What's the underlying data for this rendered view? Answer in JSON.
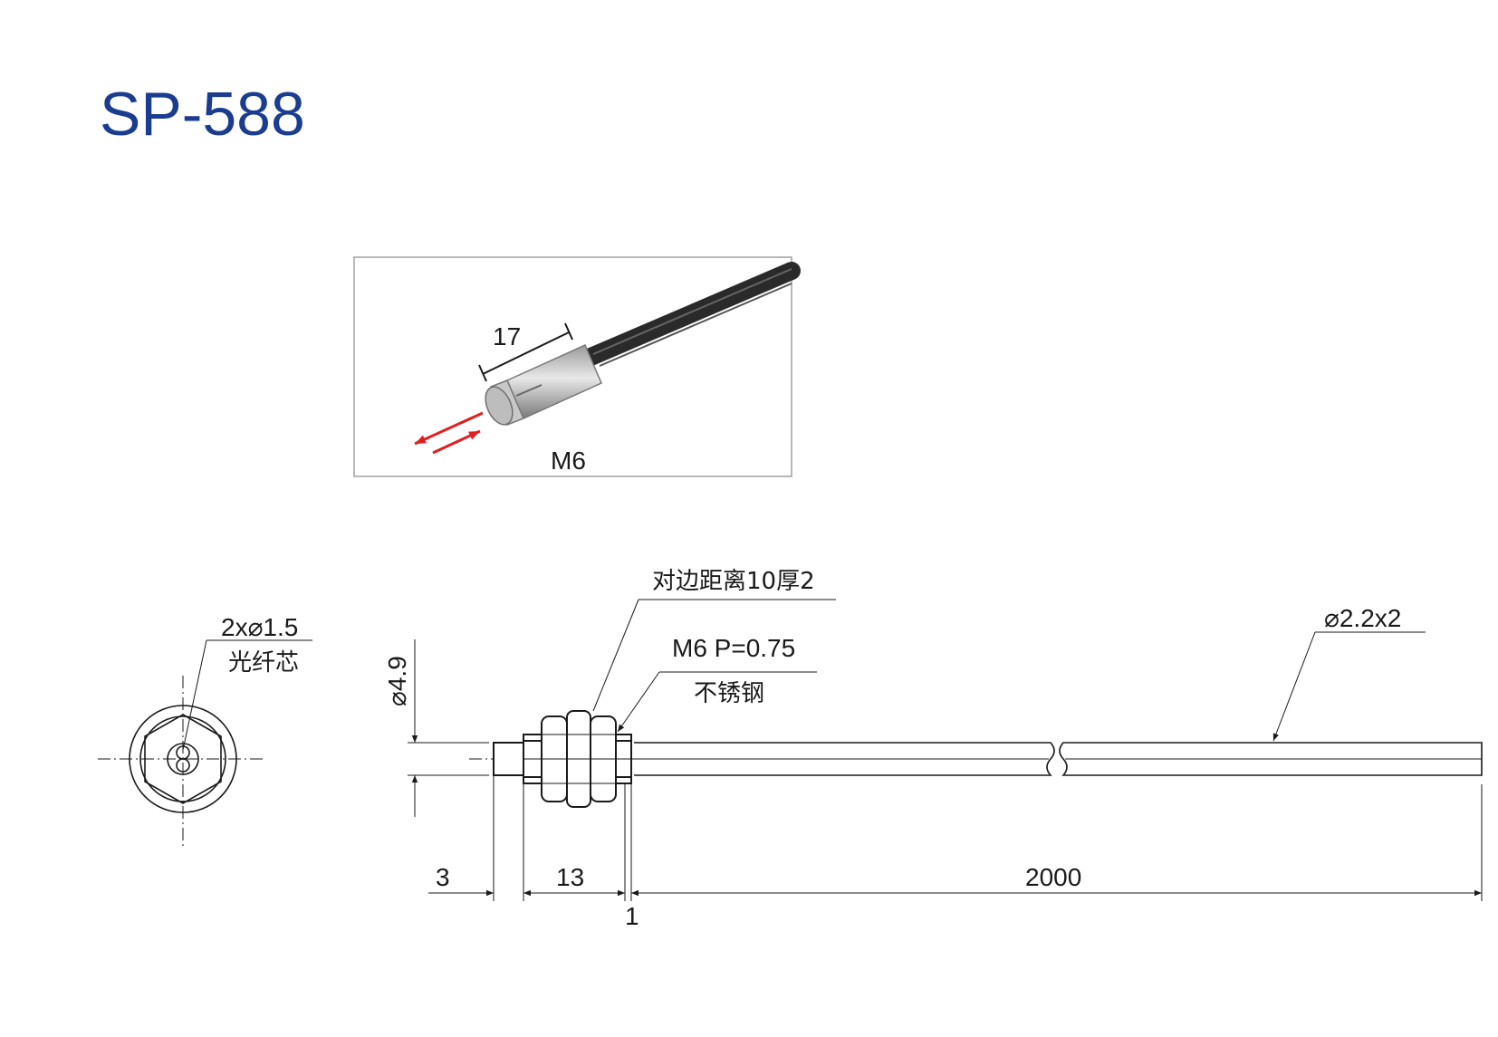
{
  "title": "SP-588",
  "photo": {
    "length_label": "17",
    "thread_label": "M6",
    "colors": {
      "arrow": "#e02020",
      "cable": "#2a2a2a",
      "frame": "#888888"
    }
  },
  "front_view": {
    "core_label": "2x⌀1.5",
    "core_desc": "光纤芯"
  },
  "side_view": {
    "nut_label": "对边距离10厚2",
    "thread_spec": "M6 P=0.75",
    "material": "不锈钢",
    "diameter_label": "⌀4.9",
    "cable_label": "⌀2.2x2",
    "dimensions": {
      "tip": "3",
      "thread": "13",
      "gap": "1",
      "cable": "2000"
    }
  },
  "colors": {
    "title": "#1a3d8f",
    "line": "#1a1a1a"
  }
}
